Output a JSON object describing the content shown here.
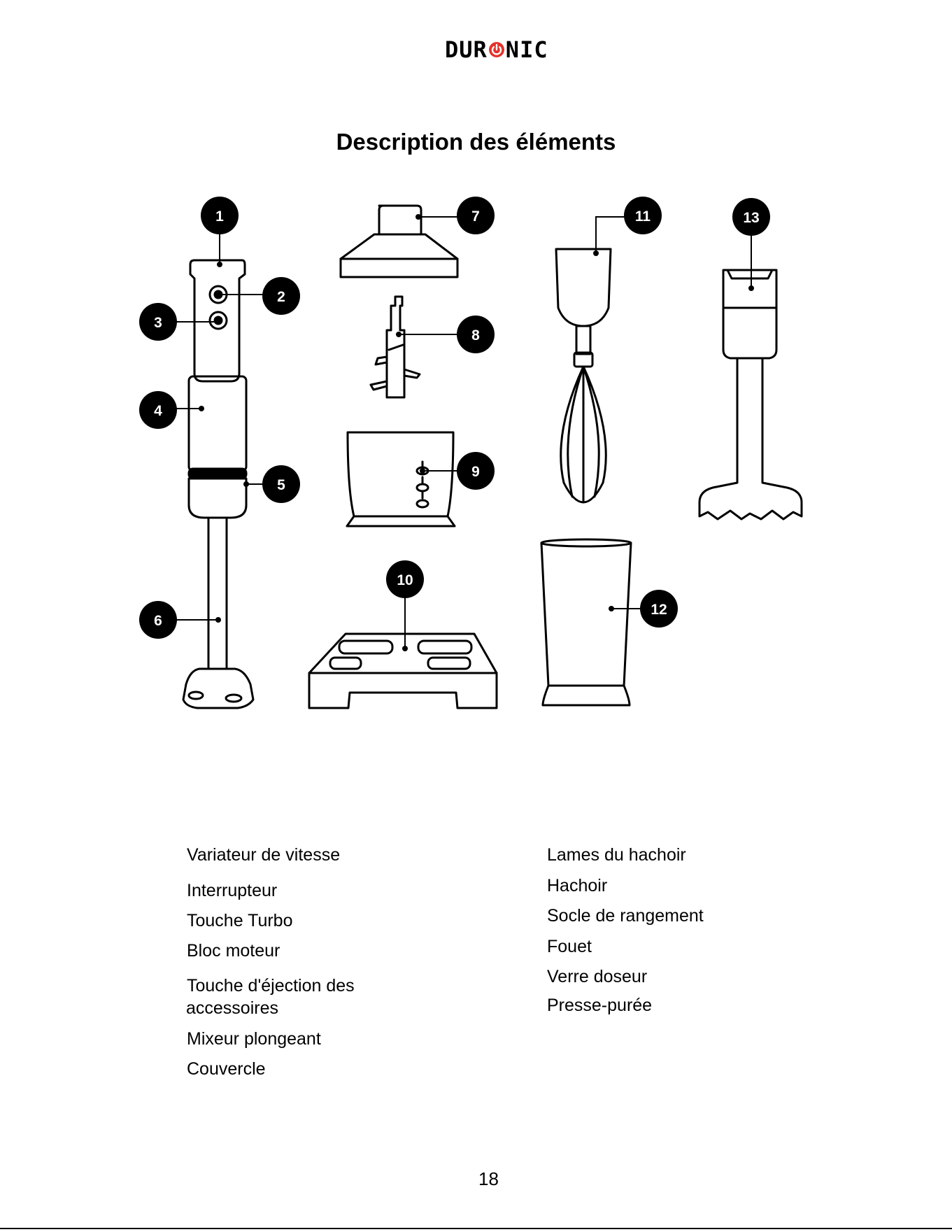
{
  "header": {
    "logo_left": "DUR",
    "logo_right": "NIC",
    "brand_color": "#e4312b"
  },
  "title": "Description des éléments",
  "badges": [
    "1",
    "2",
    "3",
    "4",
    "5",
    "6",
    "7",
    "8",
    "9",
    "10",
    "11",
    "12",
    "13"
  ],
  "labels_left": [
    "Variateur de vitesse",
    "Interrupteur",
    "Touche Turbo",
    "Bloc moteur",
    "Touche d'éjection des",
    "accessoires",
    "Mixeur plongeant",
    "Couvercle"
  ],
  "labels_right": [
    "Lames du hachoir",
    "Hachoir",
    "Socle de rangement",
    "Fouet",
    "Verre doseur",
    "Presse-purée"
  ],
  "page_number": "18"
}
